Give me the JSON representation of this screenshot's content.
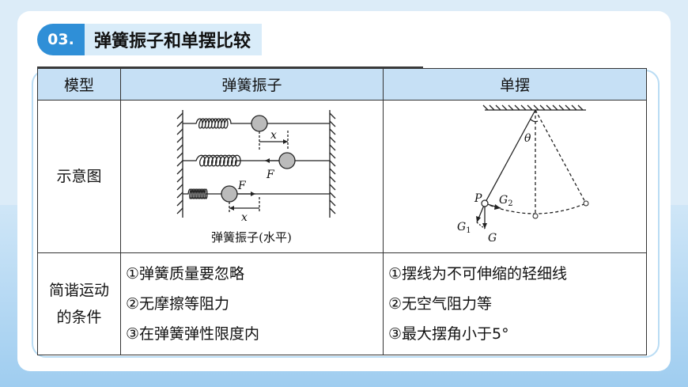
{
  "header": {
    "number": "03.",
    "title": "弹簧振子和单摆比较"
  },
  "table": {
    "headers": [
      "模型",
      "弹簧振子",
      "单摆"
    ],
    "diagram_row_label": "示意图",
    "conditions_row_label": [
      "简谐运动",
      "的条件"
    ],
    "spring_caption": "弹簧振子(水平)",
    "spring_labels": {
      "x": "x",
      "F": "F"
    },
    "pendulum_labels": {
      "theta": "θ",
      "P": "P",
      "G1": "G",
      "G1_sub": "1",
      "G2": "G",
      "G2_sub": "2",
      "G": "G"
    },
    "spring_conditions": [
      "①弹簧质量要忽略",
      "②无摩擦等阻力",
      "③在弹簧弹性限度内"
    ],
    "pendulum_conditions": [
      "①摆线为不可伸缩的轻细线",
      "②无空气阻力等",
      "③最大摆角小于5°"
    ]
  }
}
